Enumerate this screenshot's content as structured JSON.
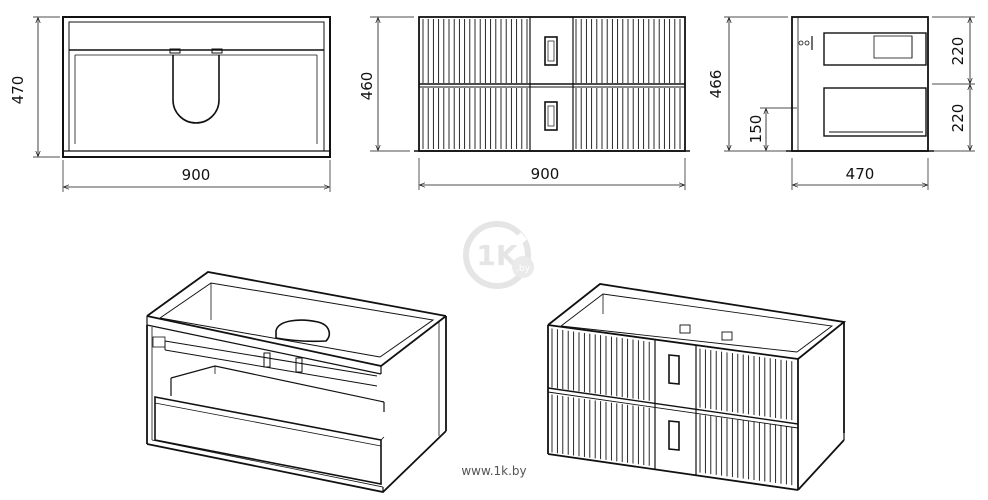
{
  "front_view": {
    "width_label": "900",
    "height_label": "470"
  },
  "facade_view": {
    "width_label": "900",
    "height_label": "460"
  },
  "side_view": {
    "depth_label": "470",
    "height_label": "466",
    "drawer_top_label": "220",
    "drawer_bottom_label": "220",
    "lower_offset_label": "150"
  },
  "watermark": {
    "logo_text": "1K",
    "logo_suffix": ".by",
    "site": "www.1k.by"
  },
  "colors": {
    "line": "#111111",
    "watermark": "#e3e3e3",
    "site_text": "#555555",
    "background": "#ffffff"
  }
}
